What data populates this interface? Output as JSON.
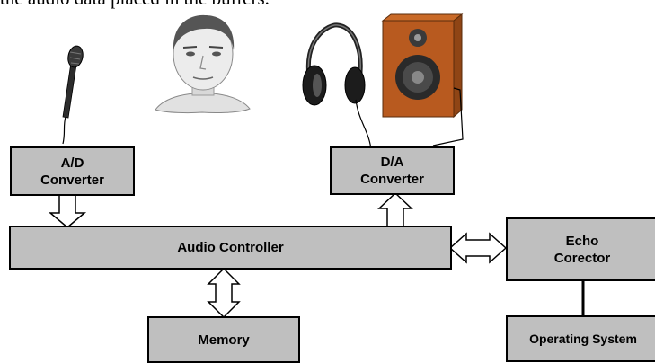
{
  "caption_fragment": "the audio data placed in the buffers.",
  "blocks": {
    "ad_converter": {
      "line1": "A/D",
      "line2": "Converter"
    },
    "da_converter": {
      "line1": "D/A",
      "line2": "Converter"
    },
    "audio_controller": {
      "label": "Audio Controller"
    },
    "echo_corrector": {
      "line1": "Echo",
      "line2": "Corector"
    },
    "memory": {
      "label": "Memory"
    },
    "operating_system": {
      "label": "Operating System"
    }
  },
  "icons": [
    "microphone-icon",
    "human-face-icon",
    "headphones-icon",
    "speaker-icon"
  ],
  "colors": {
    "block_fill": "#bfbfbf",
    "arrow_fill": "#ffffff",
    "line": "#000000"
  }
}
